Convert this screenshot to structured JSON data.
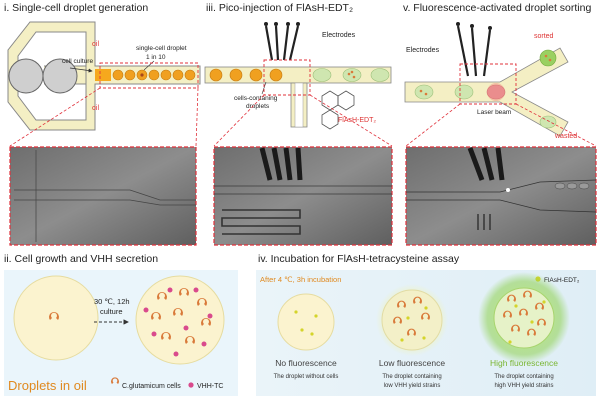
{
  "panels": {
    "p1": {
      "title": "i. Single-cell droplet generation",
      "oil_top": "oil",
      "oil_bottom": "oil",
      "cell_culture": "cell culture",
      "single_cell_line1": "single-cell droplet",
      "single_cell_line2": "1 in 10"
    },
    "p3": {
      "title": "iii. Pico-injection of FlAsH-EDT₂",
      "electrodes": "Electrodes",
      "cells_line1": "cells-contaning",
      "cells_line2": "droplets",
      "reagent": "FlAsH-EDT₂"
    },
    "p5": {
      "title": "v. Fluorescence-activated droplet sorting",
      "electrodes": "Electrodes",
      "laser": "Laser beam",
      "sorted": "sorted",
      "wasted": "wasted"
    },
    "p2": {
      "title": "ii. Cell growth and VHH secretion",
      "cond_line1": "30 ℃, 12h",
      "cond_line2": "culture",
      "droplets_in_oil": "Droplets in oil",
      "cells_label": "C.glutamicum cells",
      "vhh_label": "VHH-TC"
    },
    "p4": {
      "title": "iv. Incubation for FlAsH-tetracysteine assay",
      "incubation": "After 4 ℃, 3h incubation",
      "legend": "FlAsH-EDT₂",
      "no_title": "No fluorescence",
      "no_desc1": "The droplet without cells",
      "low_title": "Low fluorescence",
      "low_desc1": "The droplet containing",
      "low_desc2": "low VHH yield strains",
      "high_title": "High fluorescence",
      "high_desc1": "The droplet containing",
      "high_desc2": "high VHH yield strains"
    }
  },
  "colors": {
    "channel": "#f4efc4",
    "droplet_orange": "#f0a020",
    "droplet_green": "#cfe6b0",
    "dashed_red": "#e0303a",
    "high_glow": "#8fd14f",
    "cell": "#d97a3a",
    "vhh": "#d94a8c",
    "flash": "#d4d42a",
    "title_orange": "#e08a20",
    "high_green": "#79b531"
  },
  "icons": [
    "electrode-icon",
    "cell-icon",
    "vhh-dot-icon",
    "flash-dot-icon",
    "arrow-icon"
  ]
}
